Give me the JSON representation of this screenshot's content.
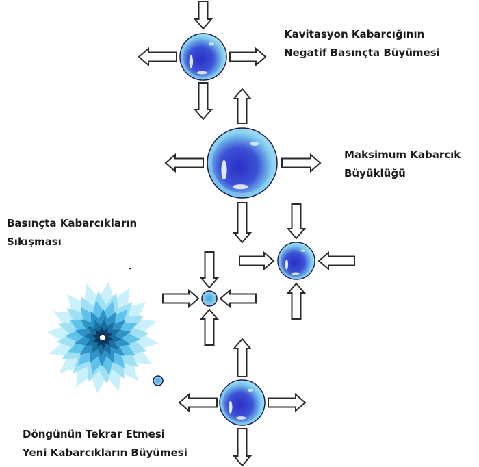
{
  "labels": {
    "growth": {
      "line1": "Kavitasyon Kabarcığının",
      "line2": "Negatif Basınçta Büyümesi"
    },
    "maximum": {
      "line1": "Maksimum Kabarcık",
      "line2": "Büyüklüğü"
    },
    "compression": {
      "line1": "Basınçta Kabarcıkların",
      "line2": "Sıkışması"
    },
    "repeat": {
      "line1": "Döngünün Tekrar Etmesi",
      "line2": "Yeni Kabarcıkların Büyümesi"
    }
  },
  "colors": {
    "bubble_core": "#3a3fd0",
    "bubble_light": "#8fd6f0",
    "bubble_outline": "#1a1a4a",
    "arrow_outline": "#2a2a2a",
    "collapse_light": "#c9f1fb",
    "collapse_dark": "#1a6fa0"
  },
  "stages": [
    "growth-bubble",
    "max-bubble",
    "compressed-bubble-1",
    "compressed-bubble-2",
    "collapse-burst",
    "new-bubble"
  ]
}
